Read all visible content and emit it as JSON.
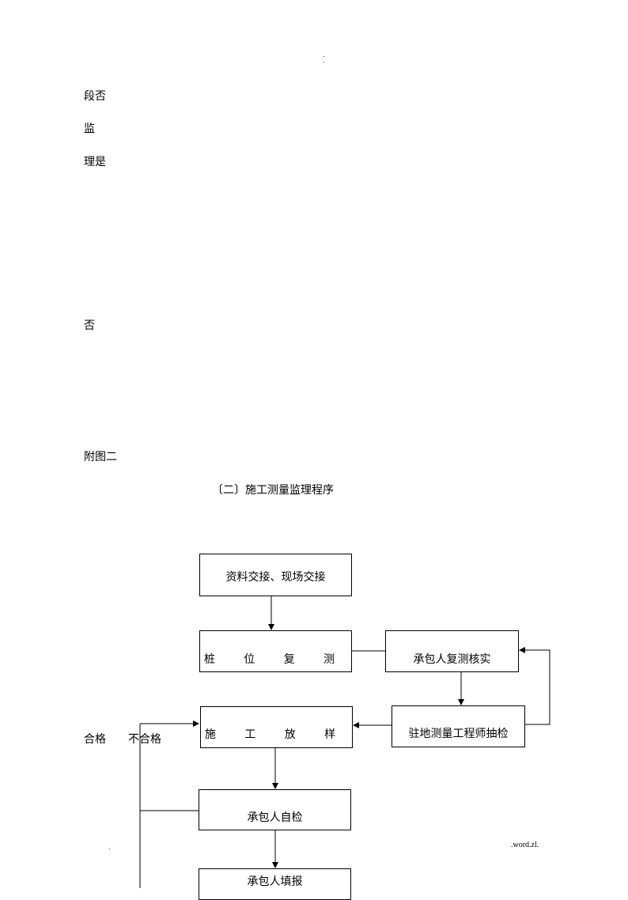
{
  "header_mark": ".",
  "left_labels": {
    "l1": "段否",
    "l2": "监",
    "l3": "理是",
    "l4": "否"
  },
  "figure_label": "附图二",
  "figure_title": "〔二〕施工测量监理程序",
  "flow": {
    "b1": "资料交接、现场交接",
    "b2": "桩 位 复 测",
    "b3": "承包人复测核实",
    "b4": "驻地测量工程师抽检",
    "b5": "施 工 放 样",
    "b6": "承包人自检",
    "b7": "承包人填报"
  },
  "side_labels": {
    "pass": "合格",
    "fail": "不合格"
  },
  "footer": {
    "left_mark": ".",
    "right_text": ".word.zl."
  }
}
